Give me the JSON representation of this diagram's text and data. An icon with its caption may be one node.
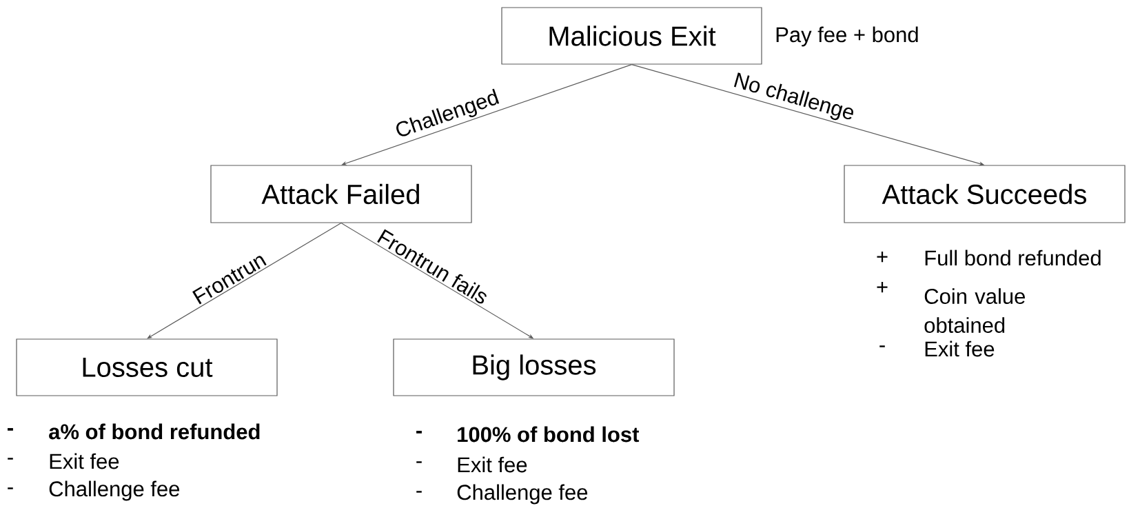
{
  "diagram": {
    "nodes": [
      {
        "text": [
          "Malicious Exit"
        ],
        "beside": [
          "Pay fee + bond"
        ]
      },
      {
        "text": [
          "Attack Failed"
        ]
      },
      {
        "text": [
          "Attack Succeeds"
        ],
        "beside": [
          "+",
          "Full bond refunded",
          "+",
          "Coin value obtained",
          "-",
          "Exit fee"
        ]
      },
      {
        "text": [
          "Losses cut"
        ],
        "beside": [
          "-",
          "a% of bond refunded",
          "-",
          "Exit fee",
          "-",
          "Challenge fee"
        ]
      },
      {
        "text": [
          "Big losses"
        ],
        "beside": [
          "-",
          "100% of bond lost",
          "-",
          "Exit fee",
          "-",
          "Challenge fee"
        ]
      }
    ],
    "edges": [
      {
        "from": 0,
        "to": 1,
        "arrow": "to",
        "label": "Challenged"
      },
      {
        "from": 0,
        "to": 2,
        "arrow": "to",
        "label": "No challenge"
      },
      {
        "from": 1,
        "to": 3,
        "arrow": "to",
        "label": "Frontrun"
      },
      {
        "from": 1,
        "to": 4,
        "arrow": "to",
        "label": "Frontrun fails"
      }
    ]
  }
}
